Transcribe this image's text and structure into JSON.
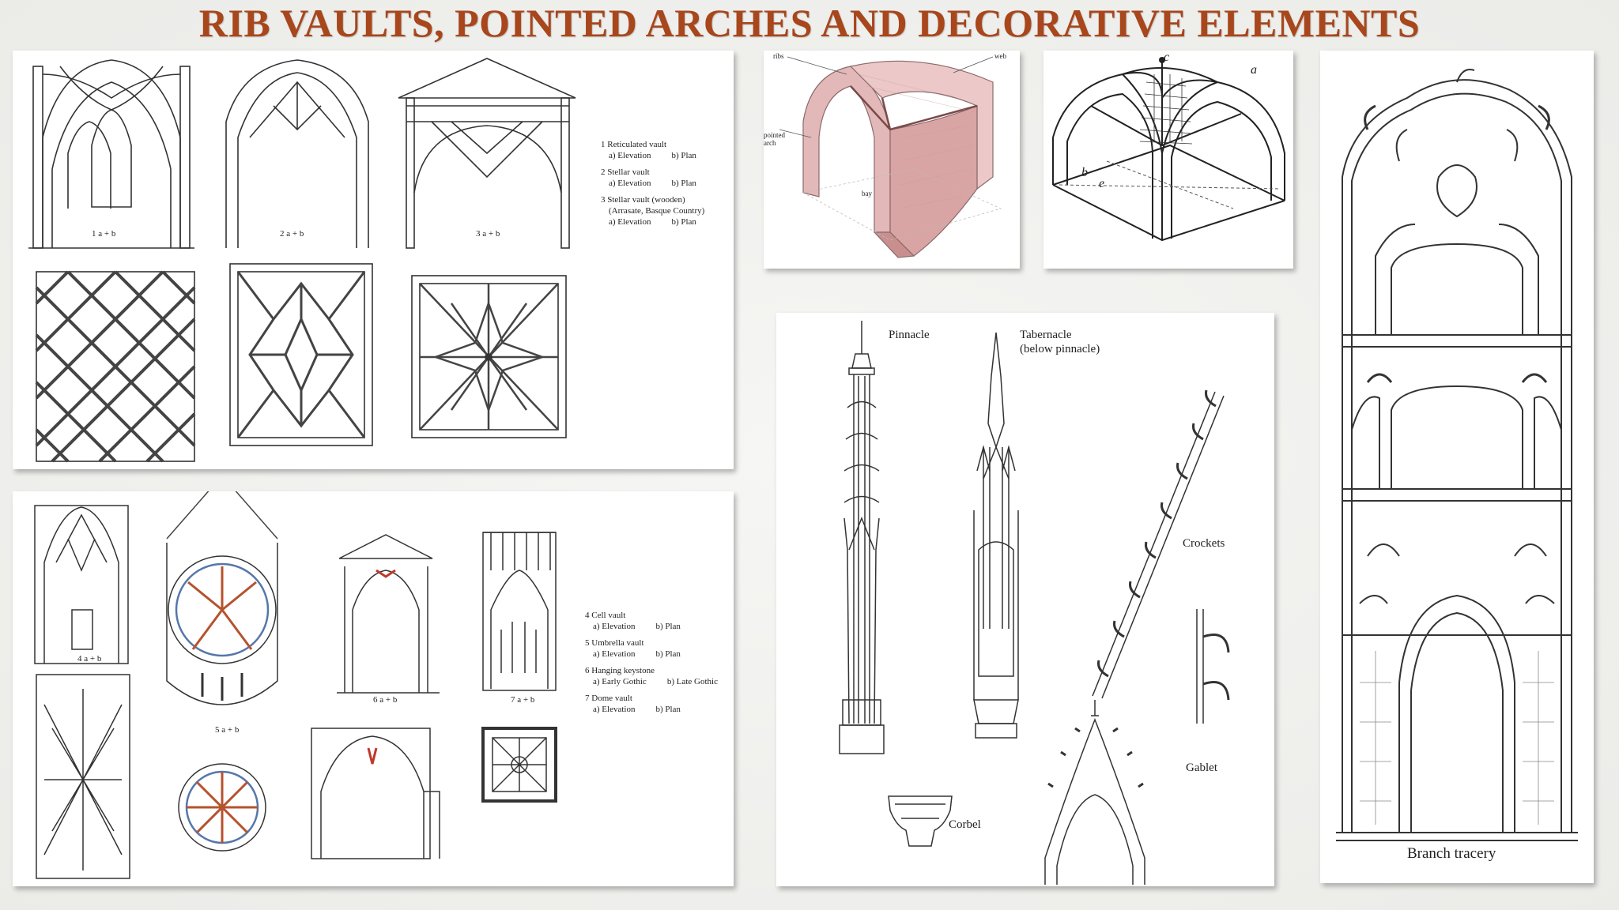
{
  "title": "RIB VAULTS, POINTED ARCHES AND DECORATIVE ELEMENTS",
  "panel_top_left": {
    "captions": [
      "1 a + b",
      "2 a + b",
      "3 a + b"
    ],
    "legend": [
      {
        "title": "1 Reticulated vault",
        "a": "a) Elevation",
        "b": "b) Plan"
      },
      {
        "title": "2 Stellar vault",
        "a": "a) Elevation",
        "b": "b) Plan"
      },
      {
        "title": "3 Stellar vault (wooden)",
        "note": "(Arrasate, Basque Country)",
        "a": "a) Elevation",
        "b": "b) Plan"
      }
    ]
  },
  "panel_bottom_left": {
    "captions": [
      "4 a + b",
      "5 a + b",
      "6 a + b",
      "7 a + b"
    ],
    "legend": [
      {
        "title": "4 Cell vault",
        "a": "a) Elevation",
        "b": "b) Plan"
      },
      {
        "title": "5 Umbrella vault",
        "a": "a) Elevation",
        "b": "b) Plan"
      },
      {
        "title": "6 Hanging keystone",
        "a": "a) Early Gothic",
        "b": "b) Late Gothic"
      },
      {
        "title": "7 Dome vault",
        "a": "a) Elevation",
        "b": "b) Plan"
      }
    ]
  },
  "panel_rib_model": {
    "labels": {
      "ribs": "ribs",
      "web": "web",
      "pointed_arch": "pointed arch",
      "bay": "bay"
    }
  },
  "panel_rib_drawing": {
    "labels": {
      "a": "a",
      "b": "b",
      "c": "c",
      "e": "e"
    }
  },
  "panel_elements": {
    "labels": {
      "pinnacle": "Pinnacle",
      "tabernacle": "Tabernacle",
      "tabernacle_note": "(below pinnacle)",
      "crockets": "Crockets",
      "gablet": "Gablet",
      "corbel": "Corbel"
    }
  },
  "panel_tracery": {
    "caption": "Branch tracery"
  }
}
